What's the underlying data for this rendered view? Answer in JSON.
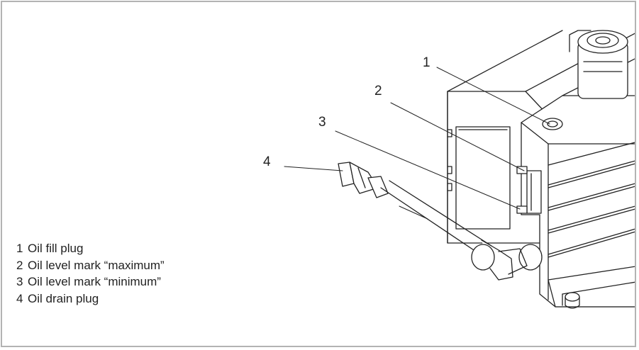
{
  "callouts": [
    "1",
    "2",
    "3",
    "4"
  ],
  "legend": [
    {
      "num": "1",
      "text": "Oil fill plug"
    },
    {
      "num": "2",
      "text": "Oil level mark “maximum”"
    },
    {
      "num": "3",
      "text": "Oil level mark “minimum”"
    },
    {
      "num": "4",
      "text": "Oil drain plug"
    }
  ],
  "colors": {
    "frame": "#b3b3b3",
    "line": "#222222"
  }
}
